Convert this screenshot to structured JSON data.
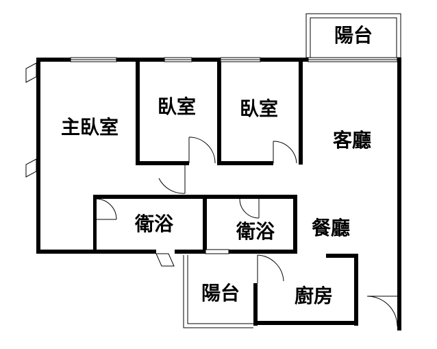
{
  "rooms": {
    "balcony_top": "陽台",
    "master_bedroom": "主臥室",
    "bedroom_1": "臥室",
    "bedroom_2": "臥室",
    "living_room": "客廳",
    "bathroom_1": "衛浴",
    "bathroom_2": "衛浴",
    "dining_room": "餐廳",
    "balcony_bottom": "陽台",
    "kitchen": "廚房"
  }
}
